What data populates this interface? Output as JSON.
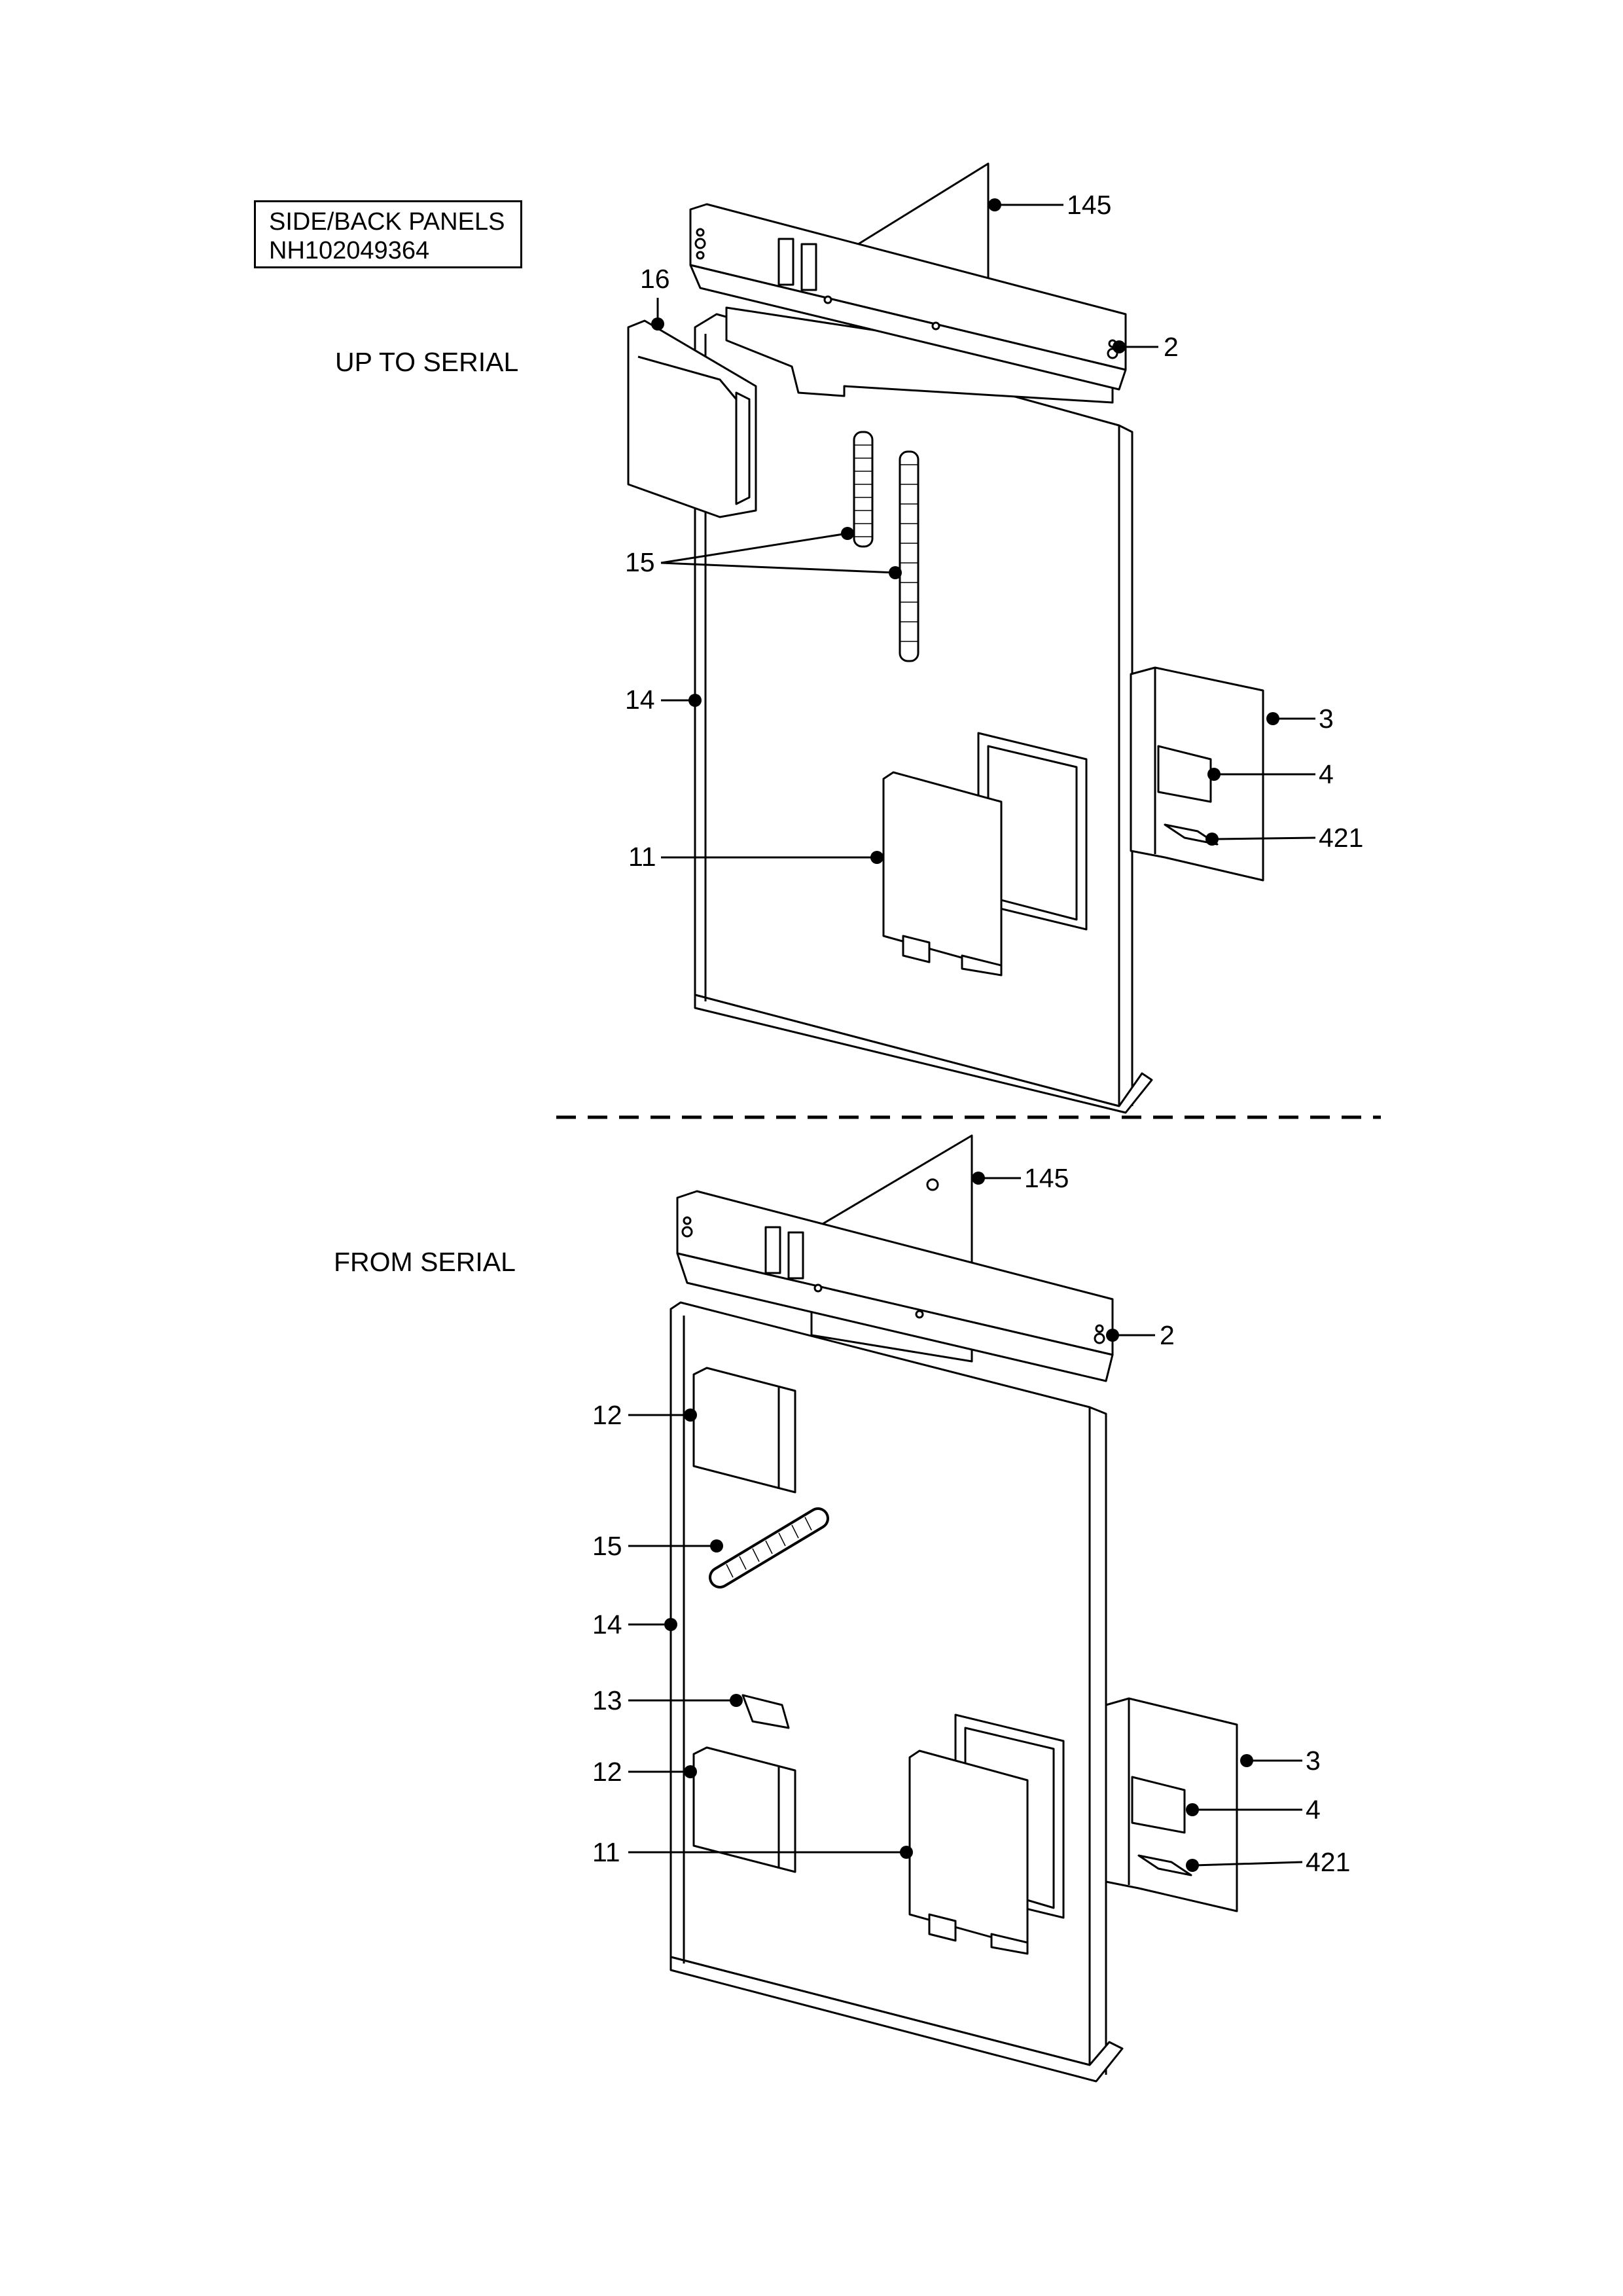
{
  "title": {
    "line1": "SIDE/BACK  PANELS",
    "line2": "NH102049364"
  },
  "sections": [
    {
      "label": "UP TO SERIAL",
      "callouts": [
        "145",
        "2",
        "16",
        "15",
        "14",
        "3",
        "4",
        "11",
        "421"
      ]
    },
    {
      "label": "FROM SERIAL",
      "callouts": [
        "145",
        "2",
        "12",
        "15",
        "14",
        "13",
        "3",
        "12",
        "4",
        "11",
        "421"
      ]
    }
  ]
}
